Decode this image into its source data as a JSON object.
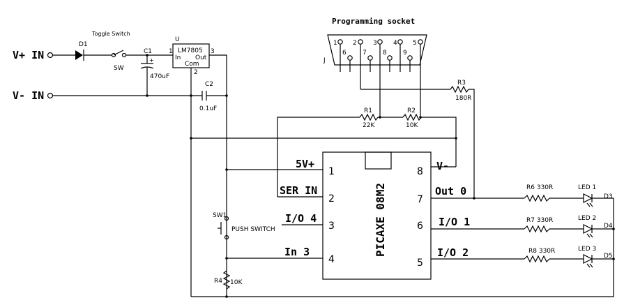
{
  "inputs": {
    "vplus": "V+ IN",
    "vminus": "V- IN"
  },
  "toggle_switch": {
    "label": "Toggle Switch",
    "ref": "SW"
  },
  "diode": {
    "ref": "D1"
  },
  "capacitors": {
    "c1": {
      "ref": "C1",
      "value": "470uF"
    },
    "c2": {
      "ref": "C2",
      "value": "0.1uF"
    }
  },
  "regulator": {
    "ref": "U",
    "part": "LM7805",
    "pin_in": "In",
    "pin_out": "Out",
    "pin_com": "Com",
    "num1": "1",
    "num2": "2",
    "num3": "3"
  },
  "socket": {
    "title": "Programming socket",
    "ref": "J",
    "pins_top": [
      "1",
      "2",
      "3",
      "4",
      "5"
    ],
    "pins_bottom": [
      "6",
      "7",
      "8",
      "9"
    ]
  },
  "resistors": {
    "r1": {
      "ref": "R1",
      "value": "22K"
    },
    "r2": {
      "ref": "R2",
      "value": "10K"
    },
    "r3": {
      "ref": "R3",
      "value": "180R"
    },
    "r4": {
      "ref": "R4",
      "value": "10K"
    },
    "r6": {
      "ref": "R6",
      "value": "330R"
    },
    "r7": {
      "ref": "R7",
      "value": "330R"
    },
    "r8": {
      "ref": "R8",
      "value": "330R"
    }
  },
  "push_switch": {
    "ref": "SW1",
    "label": "PUSH SWITCH"
  },
  "chip": {
    "name": "PICAXE 08M2",
    "left_labels": [
      "5V+",
      "SER IN",
      "I/O 4",
      "In 3"
    ],
    "left_numbers": [
      "1",
      "2",
      "3",
      "4"
    ],
    "right_labels": [
      "V-",
      "Out 0",
      "I/O 1",
      "I/O 2"
    ],
    "right_numbers": [
      "8",
      "7",
      "6",
      "5"
    ]
  },
  "leds": [
    {
      "label": "LED 1",
      "ref": "D3"
    },
    {
      "label": "LED 2",
      "ref": "D4"
    },
    {
      "label": "LED 3",
      "ref": "D5"
    }
  ]
}
